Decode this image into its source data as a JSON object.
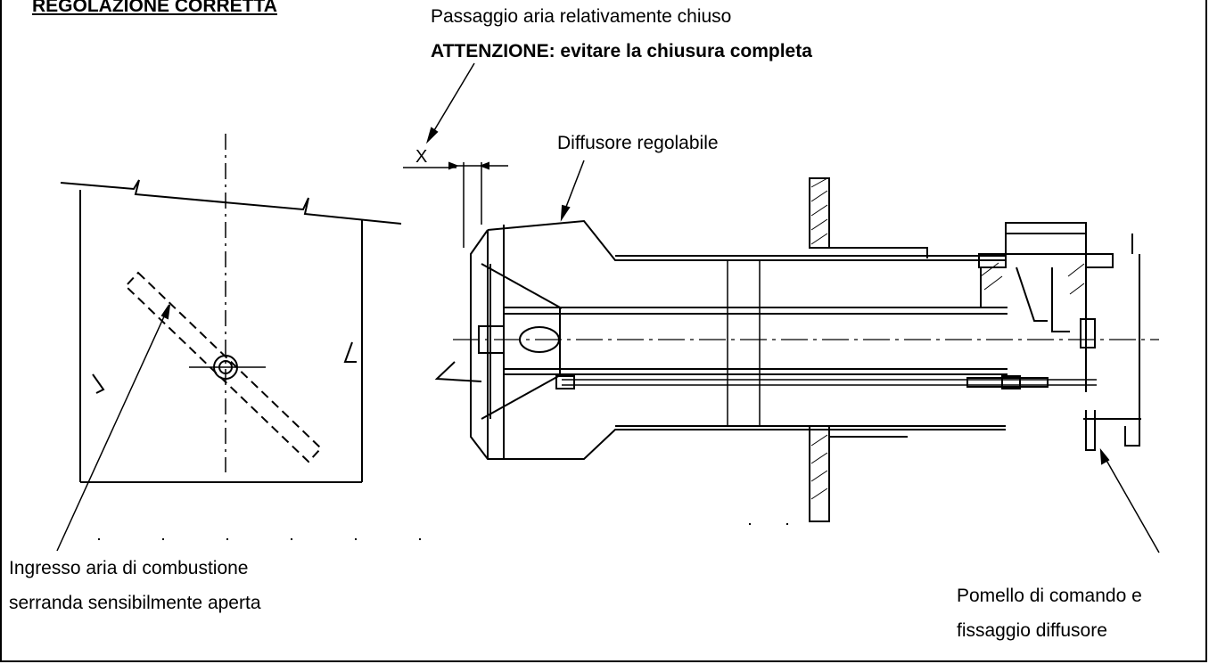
{
  "section_title": "REGOLAZIONE CORRETTA",
  "labels": {
    "passage_line1": "Passaggio aria relativamente chiuso",
    "passage_line2": "ATTENZIONE: evitare la chiusura completa",
    "diffuser": "Diffusore regolabile",
    "dimension_x": "X",
    "intake_line1": "Ingresso aria di combustione",
    "intake_line2": "serranda  sensibilmente aperta",
    "knob_line1": "Pomello di comando e",
    "knob_line2": "fissaggio diffusore"
  }
}
